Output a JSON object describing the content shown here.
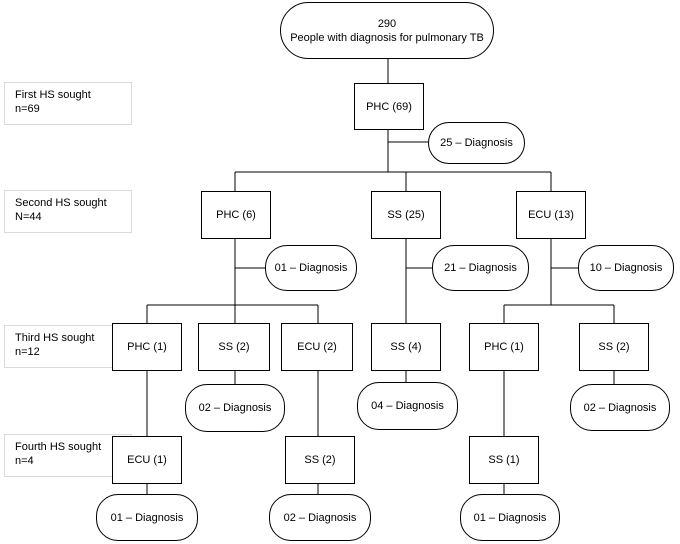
{
  "root": {
    "count": "290",
    "label": "People with diagnosis for pulmonary TB"
  },
  "levels": [
    {
      "title": "First HS sought",
      "n": "n=69"
    },
    {
      "title": "Second HS sought",
      "n": "N=44"
    },
    {
      "title": "Third HS sought",
      "n": "n=12"
    },
    {
      "title": "Fourth HS sought",
      "n": "n=4"
    }
  ],
  "level1": {
    "box": "PHC (69)",
    "diag": "25 – Diagnosis"
  },
  "level2": [
    {
      "box": "PHC (6)",
      "diag": "01 –  Diagnosis"
    },
    {
      "box": "SS (25)",
      "diag": "21 –  Diagnosis"
    },
    {
      "box": "ECU (13)",
      "diag": "10 –  Diagnosis"
    }
  ],
  "level3": [
    {
      "box": "PHC  (1)"
    },
    {
      "box": "SS  (2)",
      "diag": "02 –  Diagnosis"
    },
    {
      "box": "ECU (2)"
    },
    {
      "box": "SS (4)",
      "diag": "04 – Diagnosis"
    },
    {
      "box": "PHC  (1)"
    },
    {
      "box": "SS (2)",
      "diag": "02 –  Diagnosis"
    }
  ],
  "level4": [
    {
      "box": "ECU (1)",
      "diag": "01 –   Diagnosis"
    },
    {
      "box": "SS (2)",
      "diag": "02 –  Diagnosis"
    },
    {
      "box": "SS (1)",
      "diag": "01 –  Diagnosis"
    }
  ]
}
